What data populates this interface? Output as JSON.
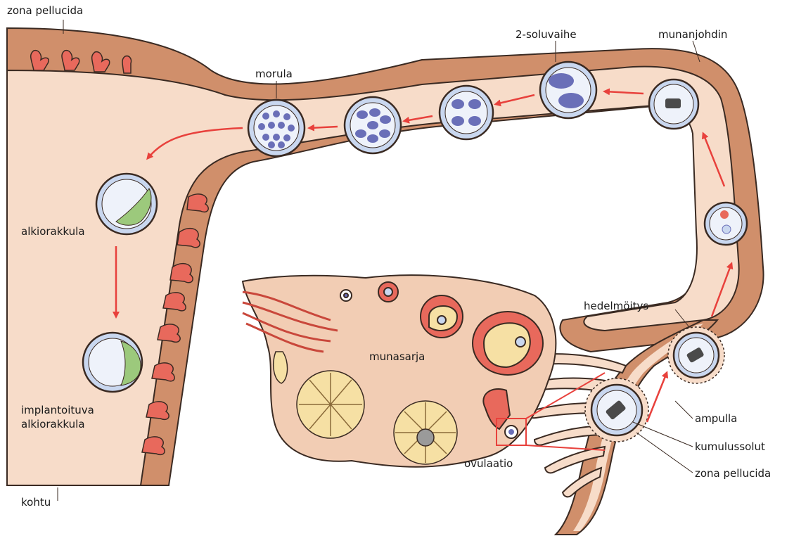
{
  "labels": {
    "zona_pellucida_top": "zona pellucida",
    "morula": "morula",
    "two_cell": "2-soluvaihe",
    "munanjohdin": "munanjohdin",
    "alkiorakkula": "alkiorakkula",
    "implantoituva_1": "implantoituva",
    "implantoituva_2": "alkiorakkula",
    "munasarja": "munasarja",
    "hedelmoitys": "hedelmöitys",
    "ampulla": "ampulla",
    "kumulussolut": "kumulussolut",
    "zona_pellucida_right": "zona pellucida",
    "ovulaatio": "ovulaatio",
    "kohtu": "kohtu"
  },
  "colors": {
    "uterus_wall": "#d08f6b",
    "uterus_cavity": "#f7dcc9",
    "tube_lumen": "#f7dcc9",
    "outline": "#3a2a22",
    "cell_blue": "#6a6fb8",
    "cell_light": "#c9d7ef",
    "arrow_red": "#e8413c",
    "villi": "#e8695c",
    "ovary": "#f2cdb4",
    "corpus": "#f6e0a4",
    "embryoblast_green": "#9cc97c"
  }
}
